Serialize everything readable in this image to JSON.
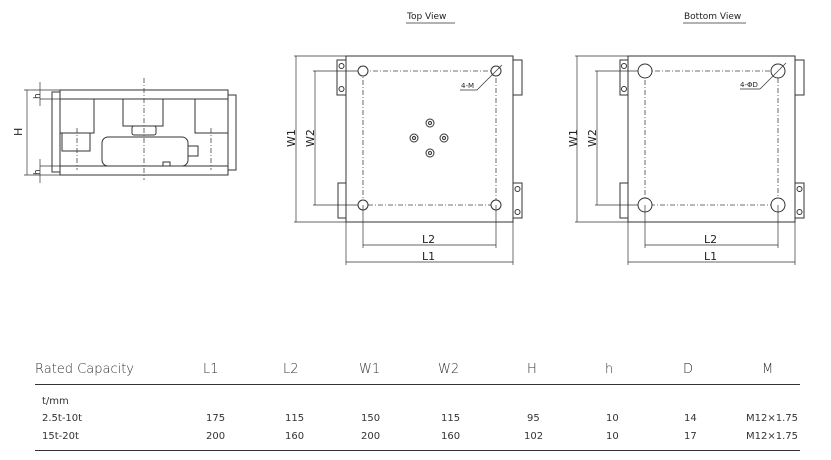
{
  "views": {
    "top_title": "Top View",
    "bottom_title": "Bottom View",
    "side_labels": {
      "H": "H",
      "h_top": "h",
      "h_bottom": "h"
    },
    "top_labels": {
      "W1": "W1",
      "W2": "W2",
      "L1": "L1",
      "L2": "L2",
      "hole": "4-M"
    },
    "bottom_labels": {
      "W1": "W1",
      "W2": "W2",
      "L1": "L1",
      "L2": "L2",
      "hole": "4-ΦD"
    }
  },
  "table": {
    "headers": [
      "Rated Capacity",
      "L1",
      "L2",
      "W1",
      "W2",
      "H",
      "h",
      "D",
      "M"
    ],
    "unit": "t/mm",
    "rows": [
      [
        "2.5t-10t",
        "175",
        "115",
        "150",
        "115",
        "95",
        "10",
        "14",
        "M12×1.75"
      ],
      [
        "15t-20t",
        "200",
        "160",
        "200",
        "160",
        "102",
        "10",
        "17",
        "M12×1.75"
      ]
    ]
  }
}
